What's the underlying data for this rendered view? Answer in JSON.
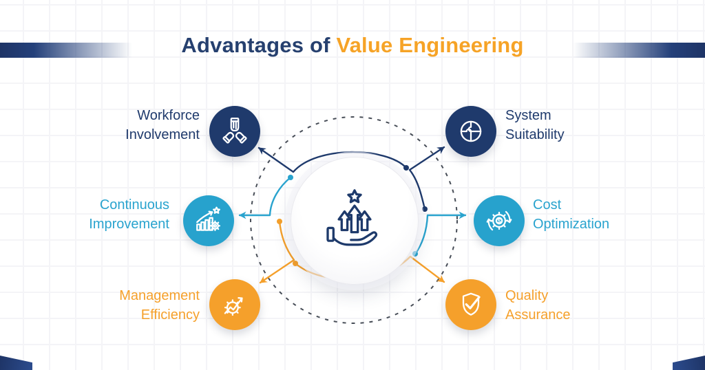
{
  "title": {
    "prefix": "Advantages of ",
    "highlight": "Value Engineering"
  },
  "center": {
    "icon": "growth-arrows-in-hand-icon"
  },
  "items": [
    {
      "id": "workforce-involvement",
      "line1": "Workforce",
      "line2": "Involvement",
      "color": "#1F3A6C",
      "icon": "teamwork-hands-icon",
      "position": "top-left"
    },
    {
      "id": "system-suitability",
      "line1": "System",
      "line2": "Suitability",
      "color": "#1F3A6C",
      "icon": "circular-puzzle-icon",
      "position": "top-right"
    },
    {
      "id": "continuous-improvement",
      "line1": "Continuous",
      "line2": "Improvement",
      "color": "#29A3CE",
      "icon": "growth-chart-star-gear-icon",
      "position": "middle-left"
    },
    {
      "id": "cost-optimization",
      "line1": "Cost",
      "line2": "Optimization",
      "color": "#29A3CE",
      "icon": "dollar-gear-refresh-icon",
      "position": "middle-right"
    },
    {
      "id": "management-efficiency",
      "line1": "Management",
      "line2": "Efficiency",
      "color": "#F5A02B",
      "icon": "gear-trend-arrow-icon",
      "position": "bottom-left"
    },
    {
      "id": "quality-assurance",
      "line1": "Quality",
      "line2": "Assurance",
      "color": "#F5A02B",
      "icon": "shield-check-icon",
      "position": "bottom-right"
    }
  ],
  "colors": {
    "navy": "#1F3A6C",
    "cyan": "#29A3CE",
    "orange": "#F5A02B",
    "title_navy": "#26406F",
    "title_orange": "#F6A326",
    "dashed_circle": "#474d57",
    "grid_line": "#F4F4F7",
    "background": "#FFFFFF"
  }
}
